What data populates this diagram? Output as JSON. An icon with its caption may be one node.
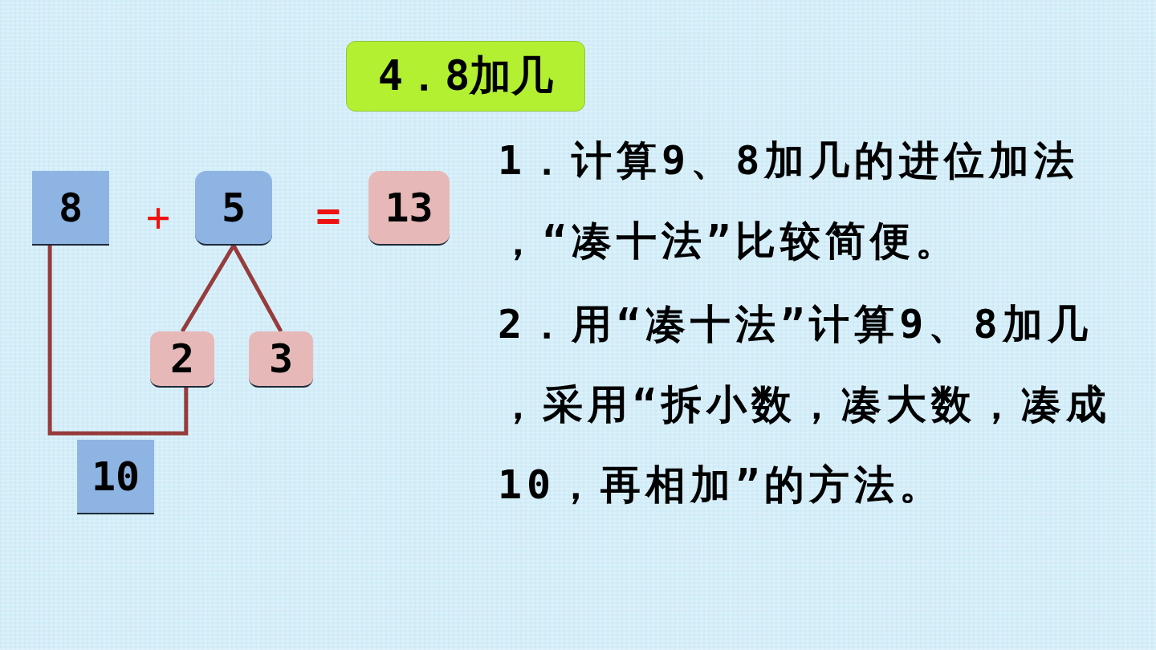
{
  "diagram": {
    "title": "4．8加几",
    "nodes": [
      {
        "text": [
          "8"
        ]
      },
      {
        "text": [
          "5"
        ]
      },
      {
        "text": [
          "13"
        ]
      },
      {
        "text": [
          "2"
        ]
      },
      {
        "text": [
          "3"
        ]
      },
      {
        "text": [
          "10"
        ]
      }
    ],
    "edges": [
      {
        "from": 1,
        "to": 3,
        "arrow": "none"
      },
      {
        "from": 1,
        "to": 4,
        "arrow": "none"
      },
      {
        "from": 0,
        "to": 3,
        "arrow": "none"
      }
    ],
    "labels": [
      "+",
      "=",
      "1．计算9、8加几的进位加法，“凑十法”比较简便。",
      "2．用“凑十法”计算9、8加几，采用“拆小数，凑大数，凑成10，再相加”的方法。"
    ]
  }
}
